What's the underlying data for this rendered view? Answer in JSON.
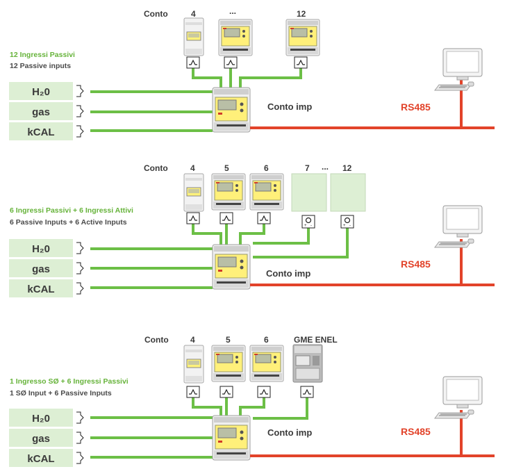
{
  "colors": {
    "green_line": "#6cbf46",
    "red_line": "#e2432a",
    "input_box": "#ddefd4",
    "label_text": "#3a3a3a",
    "header_green": "#66b33a"
  },
  "icons": [
    "meter-icon",
    "computer-icon",
    "pulse-contact-icon",
    "active-contact-icon",
    "gme-enel-meter-icon"
  ],
  "sections": [
    {
      "header_it": "12 Ingressi Passivi",
      "header_en": "12 Passive inputs",
      "conto_label": "Conto",
      "meters": [
        "4",
        "...",
        "12"
      ],
      "inputs": [
        "H₂0",
        "gas",
        "kCAL"
      ],
      "hub_label": "Conto imp",
      "bus_label": "RS485"
    },
    {
      "header_it": "6 Ingressi Passivi + 6 Ingressi Attivi",
      "header_en": "6 Passive Inputs + 6 Active Inputs",
      "conto_label": "Conto",
      "meters": [
        "4",
        "5",
        "6"
      ],
      "active_slots": [
        "7",
        "...",
        "12"
      ],
      "inputs": [
        "H₂0",
        "gas",
        "kCAL"
      ],
      "hub_label": "Conto imp",
      "bus_label": "RS485"
    },
    {
      "header_it": "1 Ingresso SØ + 6 Ingressi Passivi",
      "header_en": "1 SØ Input + 6 Passive Inputs",
      "conto_label": "Conto",
      "meters": [
        "4",
        "5",
        "6"
      ],
      "gme_label": "GME ENEL",
      "inputs": [
        "H₂0",
        "gas",
        "kCAL"
      ],
      "hub_label": "Conto imp",
      "bus_label": "RS485"
    }
  ]
}
